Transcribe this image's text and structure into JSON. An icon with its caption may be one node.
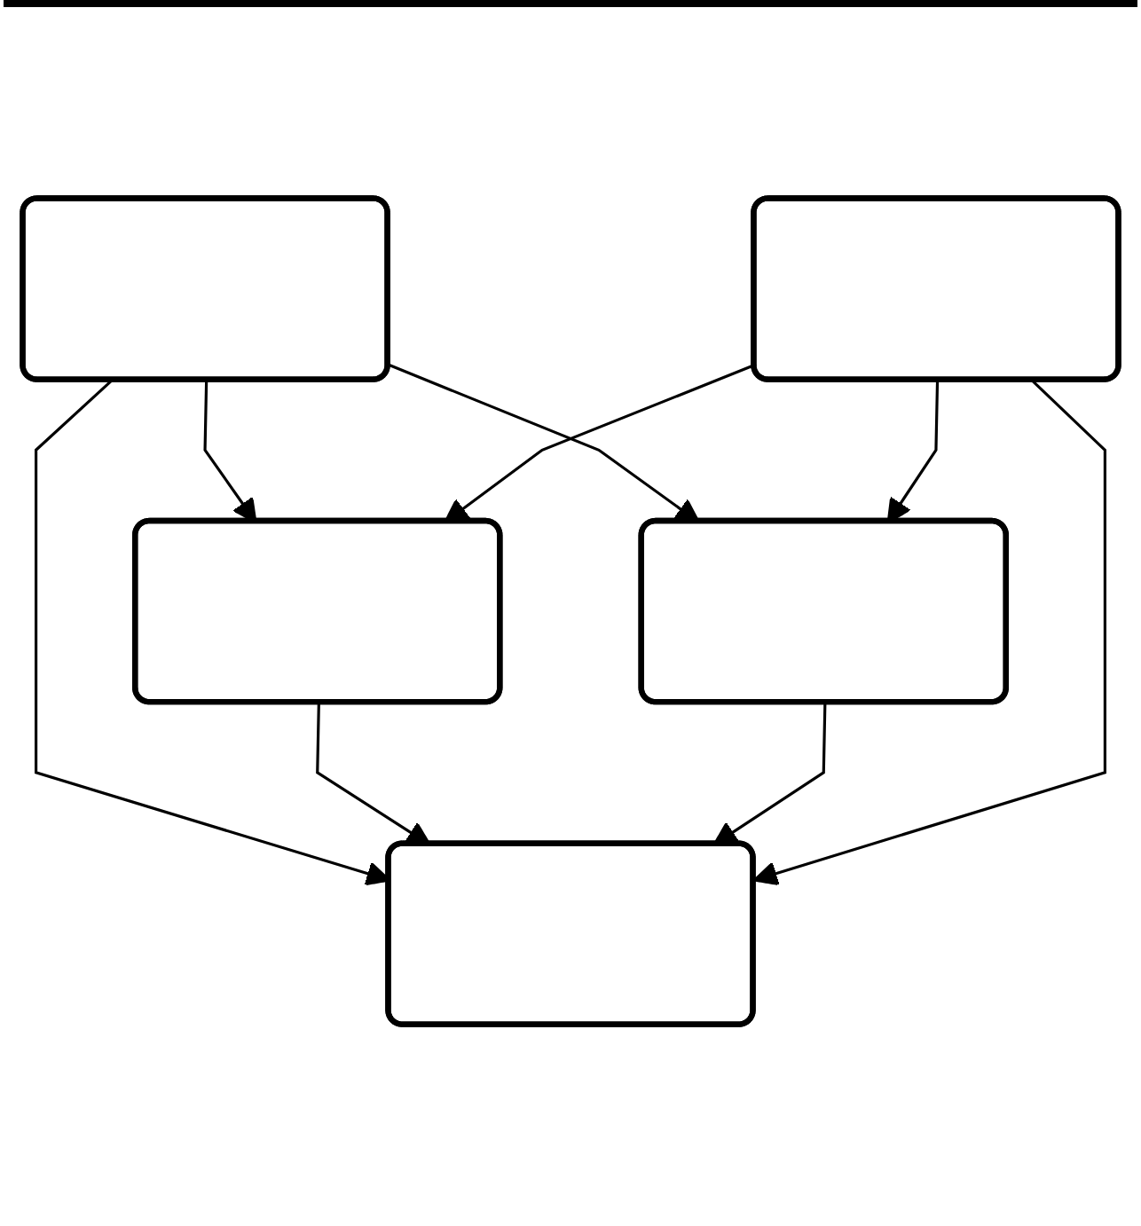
{
  "diagram": {
    "nodes": [
      {
        "text": [],
        "shape": "box"
      },
      {
        "text": [],
        "shape": "box"
      },
      {
        "text": [],
        "shape": "box"
      },
      {
        "text": [],
        "shape": "box"
      },
      {
        "text": [],
        "shape": "box"
      }
    ],
    "edges": [
      {
        "from": 0,
        "to": 1,
        "arrow": "to"
      },
      {
        "from": 0,
        "to": 2,
        "arrow": "to"
      },
      {
        "from": 0,
        "to": 3,
        "arrow": "to"
      },
      {
        "from": 1,
        "to": 2,
        "arrow": "to"
      },
      {
        "from": 3,
        "to": 2,
        "arrow": "to"
      },
      {
        "from": 4,
        "to": 2,
        "arrow": "to"
      },
      {
        "from": 4,
        "to": 1,
        "arrow": "to"
      },
      {
        "from": 4,
        "to": 3,
        "arrow": "to"
      }
    ]
  }
}
